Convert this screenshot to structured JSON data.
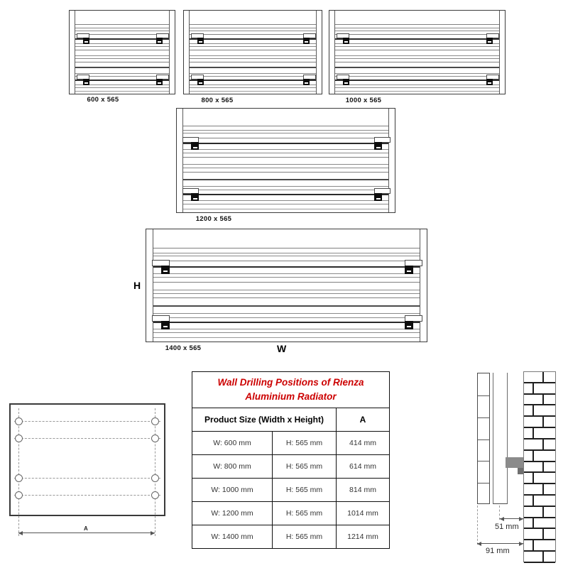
{
  "radiators": [
    {
      "size_label": "600 x 565"
    },
    {
      "size_label": "800 x 565"
    },
    {
      "size_label": "1000 x 565"
    },
    {
      "size_label": "1200 x 565"
    },
    {
      "size_label": "1400 x 565"
    }
  ],
  "dimension_labels": {
    "height": "H",
    "width": "W",
    "drill_spacing": "A"
  },
  "drilling_table": {
    "title_line1": "Wall Drilling Positions of Rienza",
    "title_line2": "Aluminium Radiator",
    "title_color": "#cc0000",
    "columns": {
      "product_size": "Product Size (Width x Height)",
      "a": "A"
    },
    "rows": [
      {
        "width": "W: 600 mm",
        "height": "H: 565 mm",
        "a": "414 mm"
      },
      {
        "width": "W: 800 mm",
        "height": "H: 565 mm",
        "a": "614 mm"
      },
      {
        "width": "W: 1000 mm",
        "height": "H: 565 mm",
        "a": "814 mm"
      },
      {
        "width": "W: 1200 mm",
        "height": "H: 565 mm",
        "a": "1014 mm"
      },
      {
        "width": "W: 1400 mm",
        "height": "H: 565 mm",
        "a": "1214 mm"
      }
    ]
  },
  "side_view": {
    "bracket_to_wall": "51 mm",
    "radiator_to_wall": "91 mm"
  }
}
